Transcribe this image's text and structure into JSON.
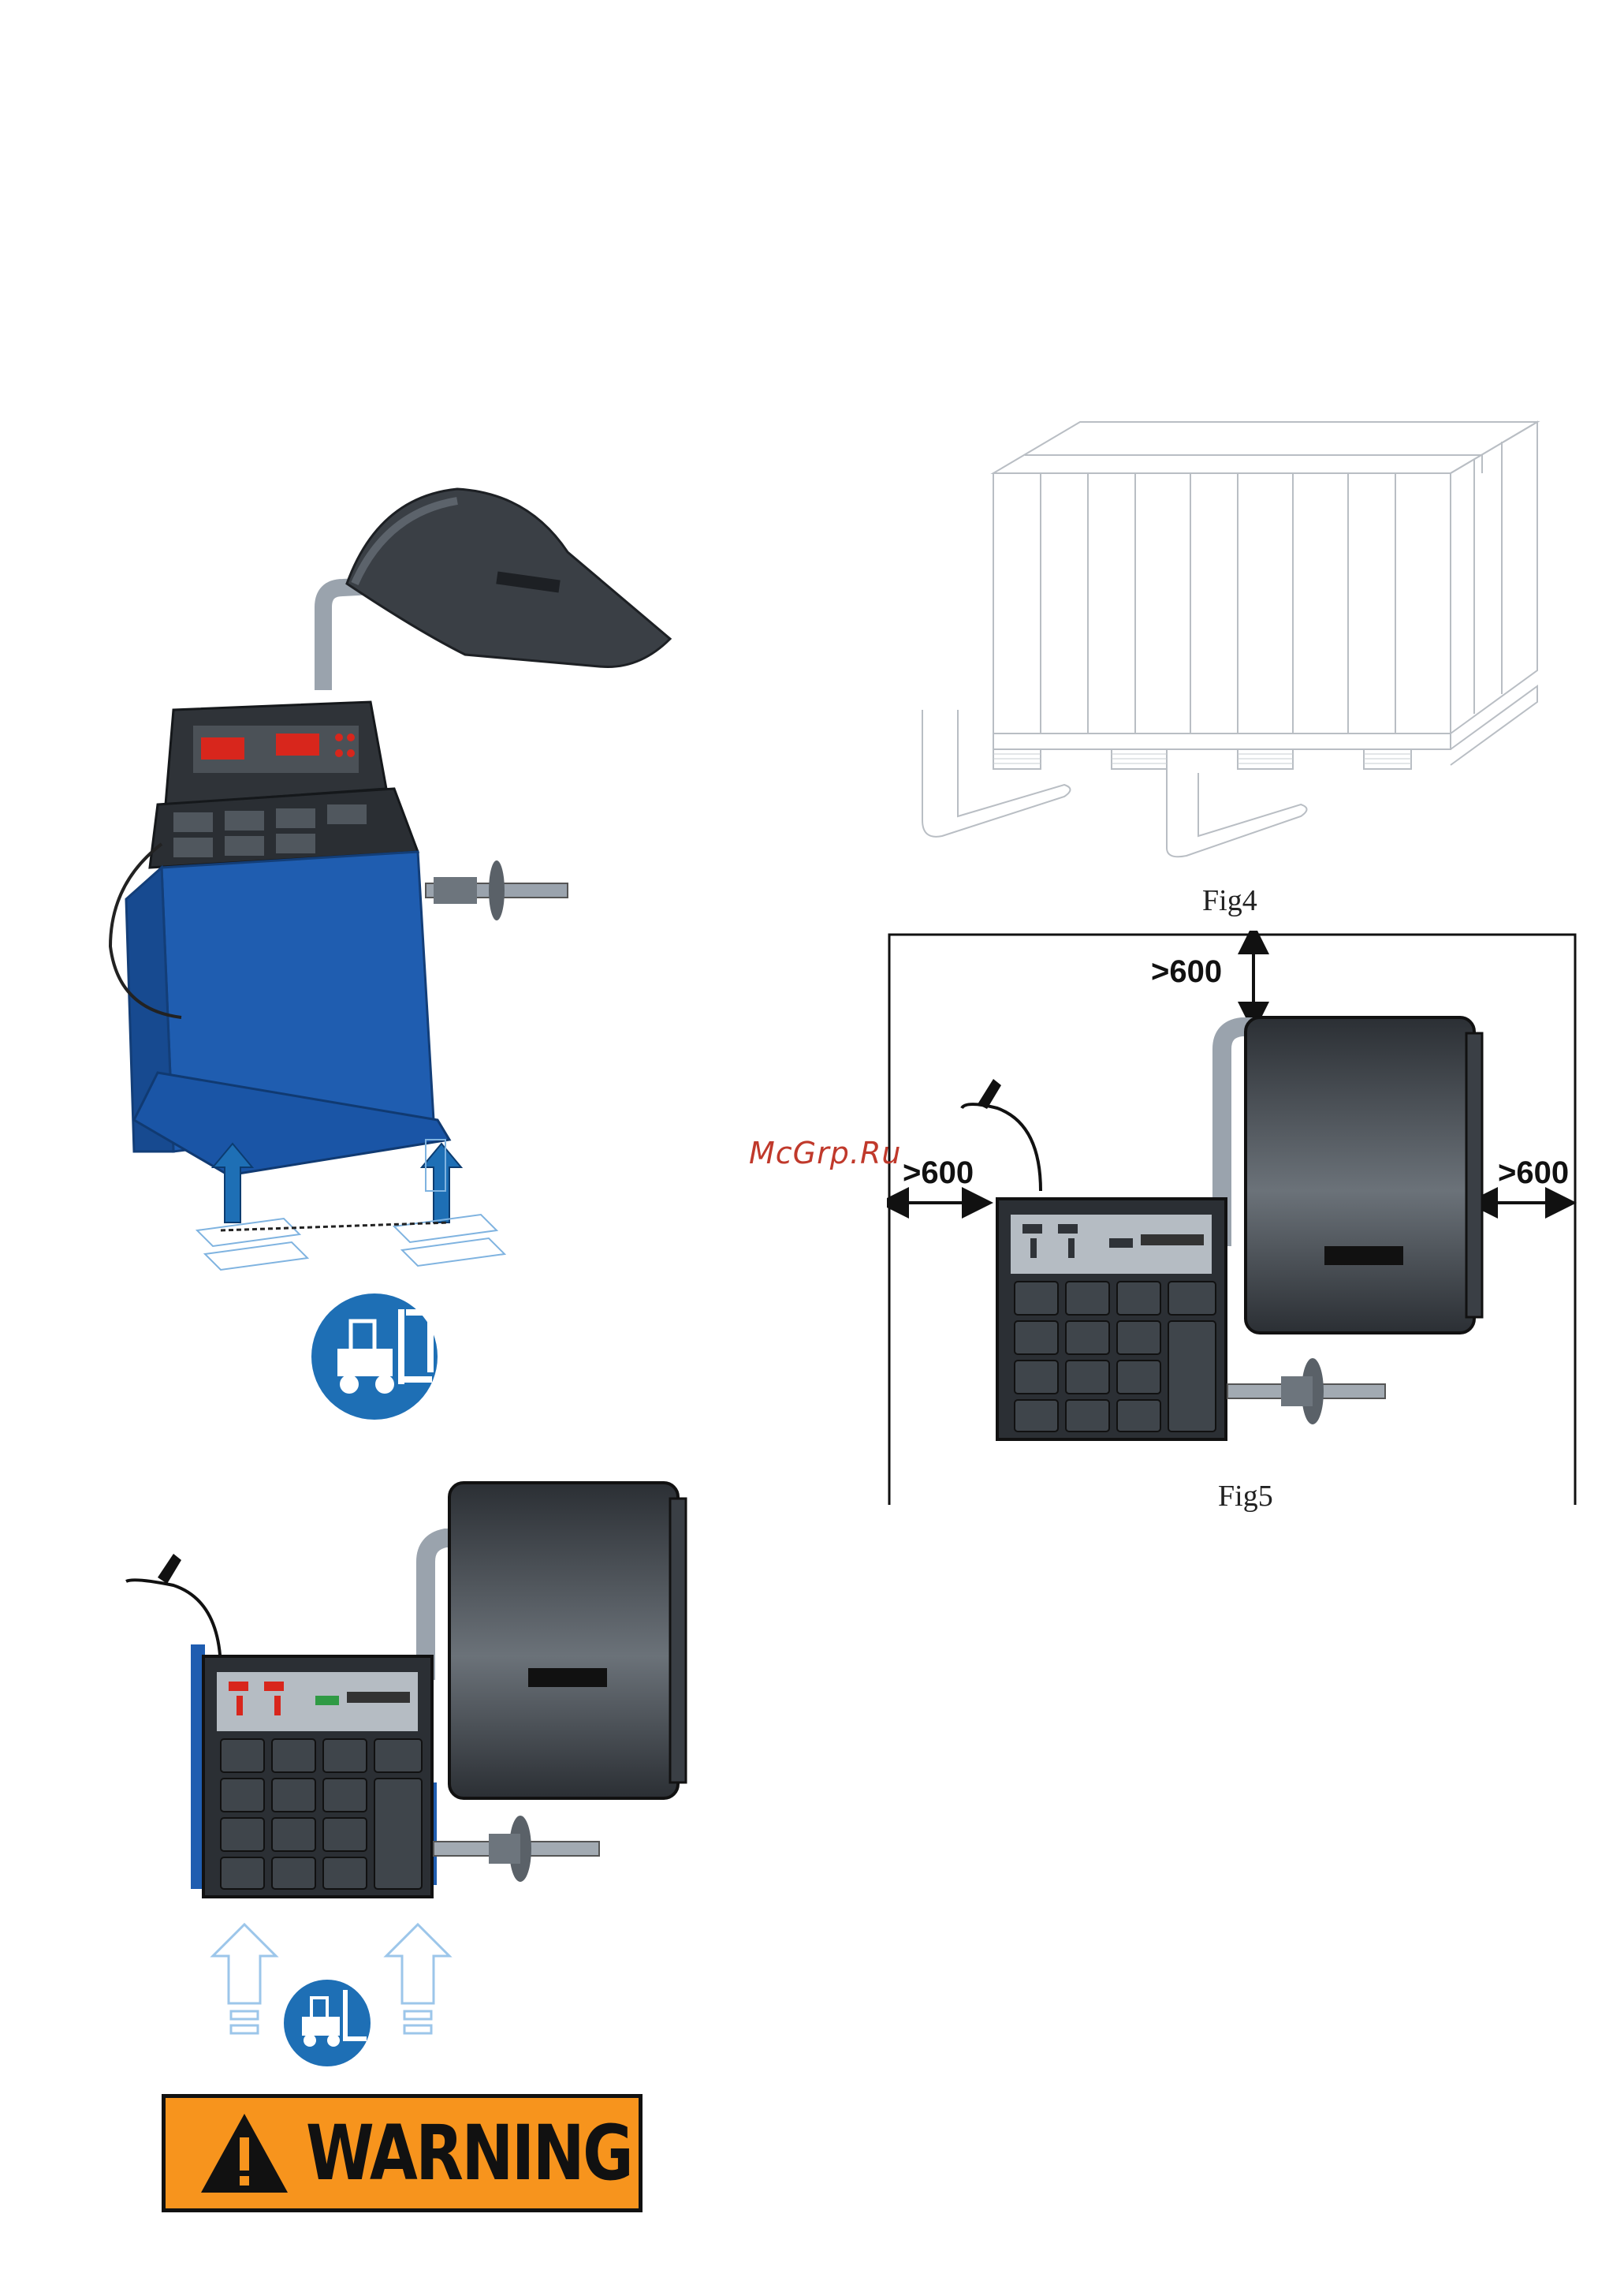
{
  "figures": {
    "fig4": {
      "caption": "Fig4"
    },
    "fig5": {
      "caption": "Fig5",
      "clearance_top": ">600",
      "clearance_left": ">600",
      "clearance_right": ">600"
    }
  },
  "watermark": "McGrp.Ru",
  "warning_sign": {
    "label": "WARNING",
    "background": "#f7941d",
    "border": "#111111"
  },
  "colors": {
    "machine_blue": "#1f5db0",
    "forklift_icon_blue": "#1e6fb5",
    "display_red": "#d8261c"
  },
  "icons": [
    "forklift-icon",
    "warning-triangle-icon",
    "power-plug-icon",
    "lift-arrow-icon"
  ]
}
